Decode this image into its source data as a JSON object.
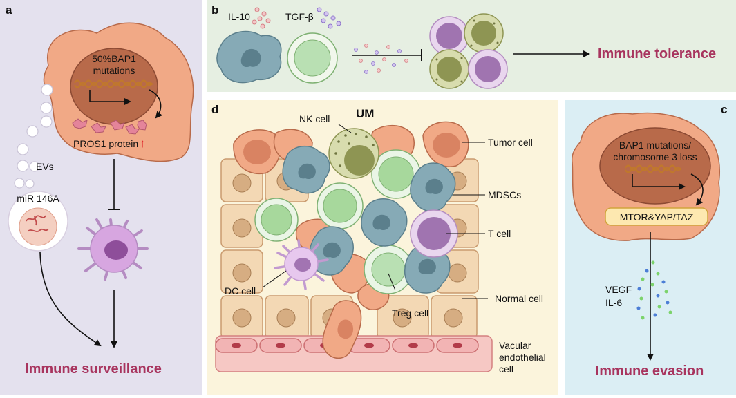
{
  "colors": {
    "panel_a": "#e4e1ee",
    "panel_b": "#e6efe2",
    "panel_c": "#dbeef4",
    "panel_d": "#fbf4dc",
    "tumor": "#f1a986",
    "nucleus": "#b86a4a",
    "accent": "#a8345e",
    "dna": "#c0782c",
    "dc": "#d7a6e0",
    "mdsc": "#86aab6",
    "tcell": "#a7d89c",
    "nk": "#c6c893",
    "treg": "#b9e0b3",
    "normal": "#f3d8b4",
    "endothelial": "#f2b4b4"
  },
  "panel_a": {
    "letter": "a",
    "mutation_text_line1": "50%BAP1",
    "mutation_text_line2": "mutations",
    "protein_label": "PROS1 protein",
    "protein_arrow": "↑",
    "evs_label": "EVs",
    "mirna_label": "miR 146A",
    "outcome": "Immune surveillance"
  },
  "panel_b": {
    "letter": "b",
    "cytokine_1": "IL-10",
    "cytokine_2": "TGF-β",
    "outcome": "Immune tolerance"
  },
  "panel_c": {
    "letter": "c",
    "mutation_text_line1": "BAP1 mutations/",
    "mutation_text_line2": "chromosome 3 loss",
    "pathway_box": "MTOR&YAP/TAZ",
    "factor_1": "VEGF",
    "factor_2": "IL-6",
    "outcome": "Immune evasion"
  },
  "panel_d": {
    "letter": "d",
    "title": "UM",
    "label_nk": "NK cell",
    "label_tumor": "Tumor cell",
    "label_mdsc": "MDSCs",
    "label_tcell": "T cell",
    "label_dc": "DC cell",
    "label_normal": "Normal cell",
    "label_treg": "Treg cell",
    "label_vasc_1": "Vacular",
    "label_vasc_2": "endothelial",
    "label_vasc_3": "cell"
  }
}
